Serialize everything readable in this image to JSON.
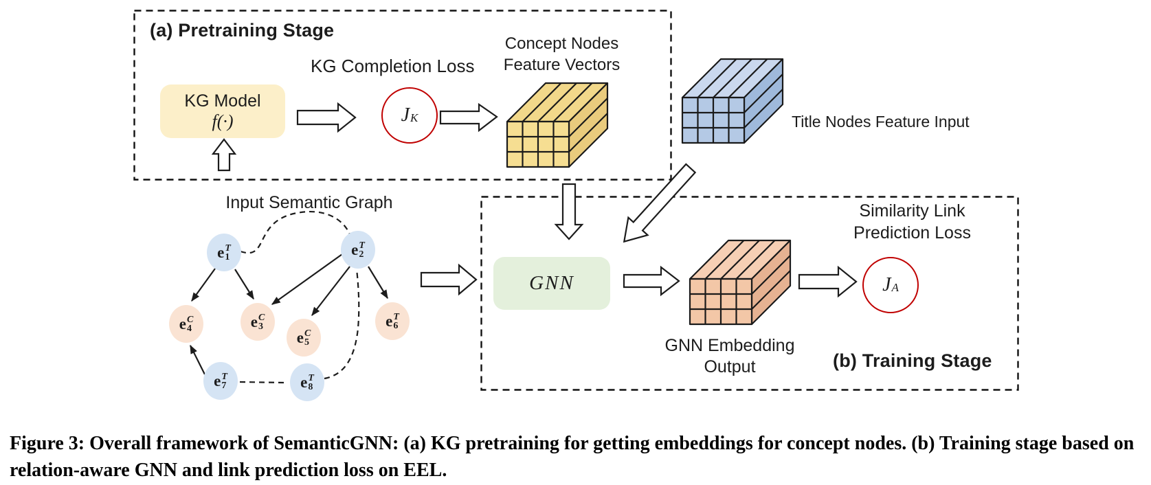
{
  "figure_caption": "Figure 3: Overall framework of SemanticGNN: (a) KG pretraining for getting embeddings for concept nodes. (b) Training stage based on relation-aware GNN and link prediction loss on EEL.",
  "pretraining_stage": {
    "label": "(a) Pretraining Stage",
    "kg_model_box": {
      "title": "KG Model",
      "formula": "f(·)"
    },
    "kg_completion_loss_label": "KG Completion Loss",
    "kg_loss_symbol": {
      "base": "J",
      "sub": "K"
    },
    "concept_cube_label": {
      "line1": "Concept Nodes",
      "line2": "Feature Vectors"
    }
  },
  "title_nodes_input_label": "Title Nodes Feature Input",
  "semantic_graph": {
    "title": "Input Semantic Graph",
    "nodes": [
      {
        "base": "e",
        "sup": "T",
        "sub": "1",
        "type": "title"
      },
      {
        "base": "e",
        "sup": "T",
        "sub": "2",
        "type": "title"
      },
      {
        "base": "e",
        "sup": "C",
        "sub": "3",
        "type": "concept"
      },
      {
        "base": "e",
        "sup": "C",
        "sub": "4",
        "type": "concept"
      },
      {
        "base": "e",
        "sup": "C",
        "sub": "5",
        "type": "concept"
      },
      {
        "base": "e",
        "sup": "T",
        "sub": "6",
        "type": "concept"
      },
      {
        "base": "e",
        "sup": "T",
        "sub": "7",
        "type": "title"
      },
      {
        "base": "e",
        "sup": "T",
        "sub": "8",
        "type": "title"
      }
    ],
    "solid_edges": [
      "e1→e4",
      "e1→e3",
      "e2→e3",
      "e2→e5",
      "e2→e6",
      "e7→e4"
    ],
    "dashed_edges": [
      "e1–e2",
      "e7–e8",
      "e8–e2"
    ]
  },
  "training_stage": {
    "label": "(b) Training Stage",
    "gnn_label": "GNN",
    "embedding_cube_label": {
      "line1": "GNN Embedding",
      "line2": "Output"
    },
    "similarity_loss_label": {
      "line1": "Similarity Link",
      "line2": "Prediction Loss"
    },
    "training_loss_symbol": {
      "base": "J",
      "sub": "A"
    }
  },
  "colors": {
    "loss_circle_stroke": "#C00000",
    "kg_model_bg": "#FCEFC9",
    "gnn_bg": "#E4F0DC",
    "title_node_bg": "#D5E4F4",
    "concept_node_bg": "#FAE3D3",
    "concept_cube": {
      "front": "#F6DE92",
      "top": "#F2D88A",
      "side": "#E9CB7D"
    },
    "title_cube": {
      "front": "#B4C9E5",
      "top": "#CAD8EE",
      "side": "#9FB9DB"
    },
    "embedding_cube": {
      "front": "#F3C7A7",
      "top": "#F6CFB4",
      "side": "#E6B292"
    }
  }
}
